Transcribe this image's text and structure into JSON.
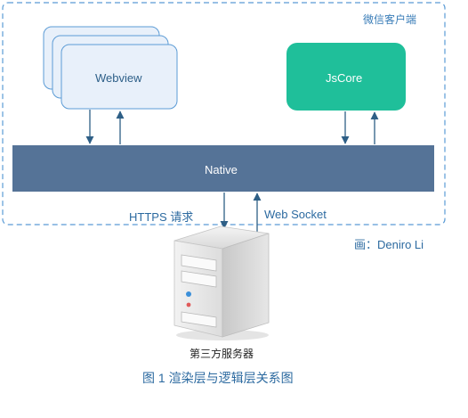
{
  "client": {
    "label": "微信客户端"
  },
  "webview": {
    "label": "Webview"
  },
  "jscore": {
    "label": "JsCore"
  },
  "native": {
    "label": "Native"
  },
  "connections": {
    "https_label": "HTTPS 请求",
    "websocket_label": "Web Socket"
  },
  "credit": "画：Deniro Li",
  "server": {
    "label": "第三方服务器"
  },
  "caption": "图 1 渲染层与逻辑层关系图",
  "colors": {
    "client_border": "#5b9bd5",
    "webview_fill": "#e8f0fa",
    "webview_border": "#5b9bd5",
    "jscore_fill": "#1fbf9a",
    "native_fill": "#557397",
    "arrow": "#2e5f86",
    "text_blue": "#2c6aa0"
  }
}
